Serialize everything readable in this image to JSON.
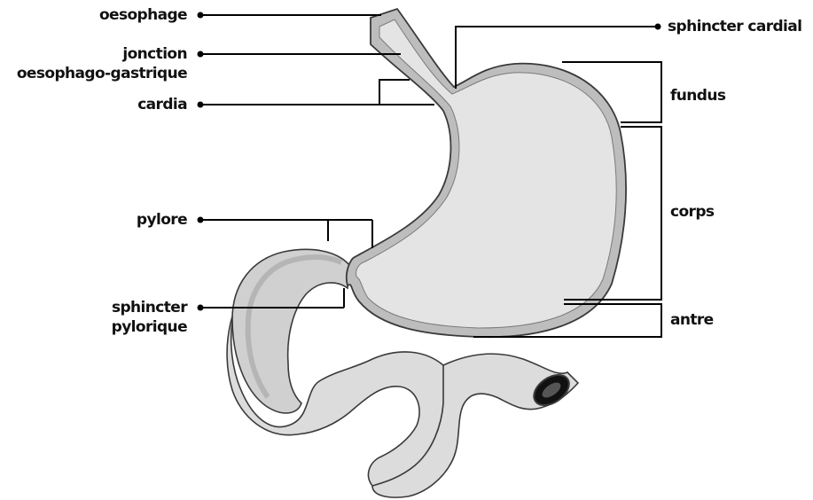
{
  "labels": {
    "oesophage": "oesophage",
    "jonction_line1": "jonction",
    "jonction_line2": "oesophago-gastrique",
    "cardia": "cardia",
    "pylore": "pylore",
    "sphincter_pylorique_line1": "sphincter",
    "sphincter_pylorique_line2": "pylorique",
    "sphincter_cardial": "sphincter cardial",
    "fundus": "fundus",
    "corps": "corps",
    "antre": "antre"
  },
  "colors": {
    "organ_fill": "#dcdcdc",
    "organ_outline": "#3a3a3a",
    "wall_band": "#bdbdbd",
    "leader_line": "#000000"
  }
}
